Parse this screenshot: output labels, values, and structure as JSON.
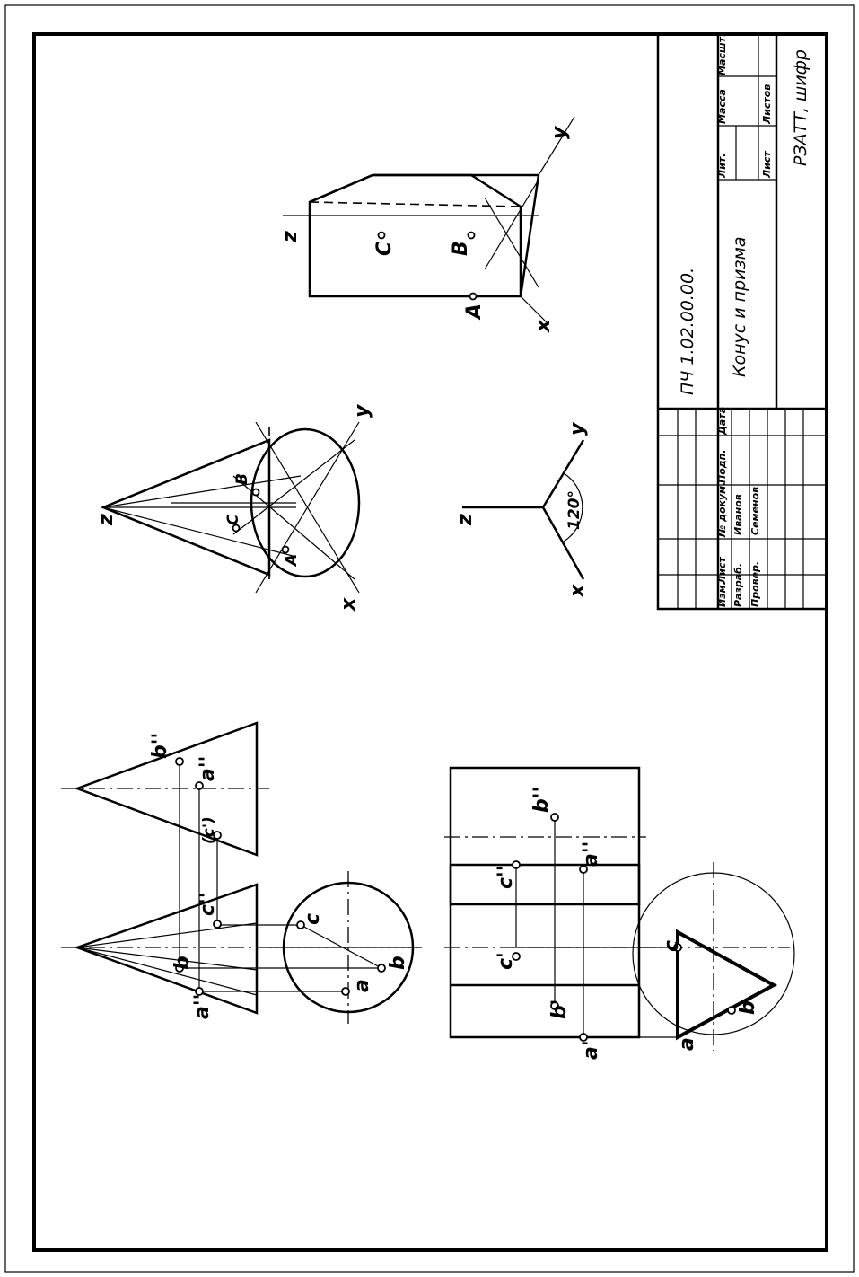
{
  "title_block": {
    "designation": "ПЧ 1.02.00.00.",
    "drawing_name": "Конус и призма",
    "organization": "РЗАТТ, шифр",
    "headers": [
      "Изм.",
      "Лист",
      "№ докум.",
      "Подп.",
      "Дата"
    ],
    "rows": [
      {
        "role": "Разраб.",
        "name": "Иванов"
      },
      {
        "role": "Провер.",
        "name": "Семенов"
      }
    ],
    "lit_label": "Лит.",
    "mass_label": "Масса",
    "scale_label": "Масшт.",
    "sheet_label": "Лист",
    "sheets_label": "Листов"
  },
  "labels": {
    "cone_front": {
      "a2": "a''",
      "b2": "b",
      "c2": "c''"
    },
    "cone_side": {
      "b3": "b''",
      "a3": "a''",
      "c3": "(c')"
    },
    "cone_top": {
      "a": "a",
      "b": "b",
      "c": "c"
    },
    "prism_front": {
      "a1": "a'",
      "b1": "b'",
      "c1": "c'"
    },
    "prism_side": {
      "c2": "c''",
      "a2": "a''",
      "b2": "b''"
    },
    "prism_top": {
      "a": "a",
      "b": "b",
      "c": "c"
    },
    "axes_iso": {
      "z": "z",
      "x": "x",
      "y": "y",
      "angle": "120°"
    },
    "cone_iso": {
      "z": "z",
      "x": "x",
      "y": "y",
      "A": "A",
      "B": "B",
      "C": "C"
    },
    "prism_iso": {
      "z": "z",
      "x": "x",
      "y": "y",
      "A": "A",
      "B": "B",
      "C": "C"
    }
  }
}
